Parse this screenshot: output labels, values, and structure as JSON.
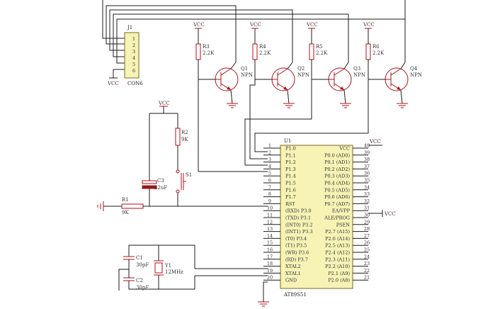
{
  "power_labels": {
    "vcc": "VCC"
  },
  "connector": {
    "ref": "J1",
    "part": "CON6",
    "pins": [
      "1",
      "2",
      "3",
      "4",
      "5",
      "6"
    ]
  },
  "resistors_top": [
    {
      "ref": "R3",
      "value": "2.2K"
    },
    {
      "ref": "R4",
      "value": "2.2K"
    },
    {
      "ref": "R5",
      "value": "2.2K"
    },
    {
      "ref": "R6",
      "value": "2.2K"
    }
  ],
  "transistors": [
    {
      "ref": "Q1",
      "type": "NPN"
    },
    {
      "ref": "Q2",
      "type": "NPN"
    },
    {
      "ref": "Q3",
      "type": "NPN"
    },
    {
      "ref": "Q4",
      "type": "NPN"
    }
  ],
  "reset": {
    "r2_ref": "R2",
    "r2_value": "9K",
    "c3_ref": "C3",
    "c3_value": "22uF",
    "s1_ref": "S1",
    "r1_ref": "R1",
    "r1_value": "9K"
  },
  "oscillator": {
    "c1_ref": "C1",
    "c1_value": "30pF",
    "c2_ref": "C2",
    "c2_value": "30pF",
    "y1_ref": "Y1",
    "y1_value": "12MHz"
  },
  "mcu": {
    "ref": "U1",
    "part": "AT89S51",
    "left_pins": [
      {
        "num": "1",
        "name": "P1.0"
      },
      {
        "num": "2",
        "name": "P1.1"
      },
      {
        "num": "3",
        "name": "P1.2"
      },
      {
        "num": "4",
        "name": "P1.3"
      },
      {
        "num": "5",
        "name": "P1.4"
      },
      {
        "num": "6",
        "name": "P1.5"
      },
      {
        "num": "7",
        "name": "P1.6"
      },
      {
        "num": "8",
        "name": "P1.7"
      },
      {
        "num": "9",
        "name": "RST"
      },
      {
        "num": "10",
        "name": "(RXD) P3.0"
      },
      {
        "num": "11",
        "name": "(TXD) P3.1"
      },
      {
        "num": "12",
        "name": "(INT0) P3.2"
      },
      {
        "num": "13",
        "name": "(INT1) P3.3"
      },
      {
        "num": "14",
        "name": "(T0) P3.4"
      },
      {
        "num": "15",
        "name": "(T1) P3.5"
      },
      {
        "num": "16",
        "name": "(WR) P3.6"
      },
      {
        "num": "17",
        "name": "(RD) P3.7"
      },
      {
        "num": "18",
        "name": "XTAL2"
      },
      {
        "num": "19",
        "name": "XTAL1"
      },
      {
        "num": "20",
        "name": "GND"
      }
    ],
    "right_pins": [
      {
        "num": "40",
        "name": "VCC"
      },
      {
        "num": "39",
        "name": "P0.0 (AD0)"
      },
      {
        "num": "38",
        "name": "P0.1 (AD1)"
      },
      {
        "num": "37",
        "name": "P0.2 (AD2)"
      },
      {
        "num": "36",
        "name": "P0.3 (AD3)"
      },
      {
        "num": "35",
        "name": "P0.4 (AD4)"
      },
      {
        "num": "34",
        "name": "P0.5 (AD5)"
      },
      {
        "num": "33",
        "name": "P0.6 (AD6)"
      },
      {
        "num": "32",
        "name": "P0.7 (AD7)"
      },
      {
        "num": "31",
        "name": "EA/VPP"
      },
      {
        "num": "30",
        "name": "ALE/PROG"
      },
      {
        "num": "29",
        "name": "PSEN"
      },
      {
        "num": "28",
        "name": "P2.7 (A15)"
      },
      {
        "num": "27",
        "name": "P2.6 (A14)"
      },
      {
        "num": "26",
        "name": "P2.5 (A13)"
      },
      {
        "num": "25",
        "name": "P2.4 (A12)"
      },
      {
        "num": "24",
        "name": "P2.3 (A11)"
      },
      {
        "num": "23",
        "name": "P2.2 (A10)"
      },
      {
        "num": "22",
        "name": "P2.1 (A9)"
      },
      {
        "num": "21",
        "name": "P2.0 (A8)"
      }
    ]
  }
}
